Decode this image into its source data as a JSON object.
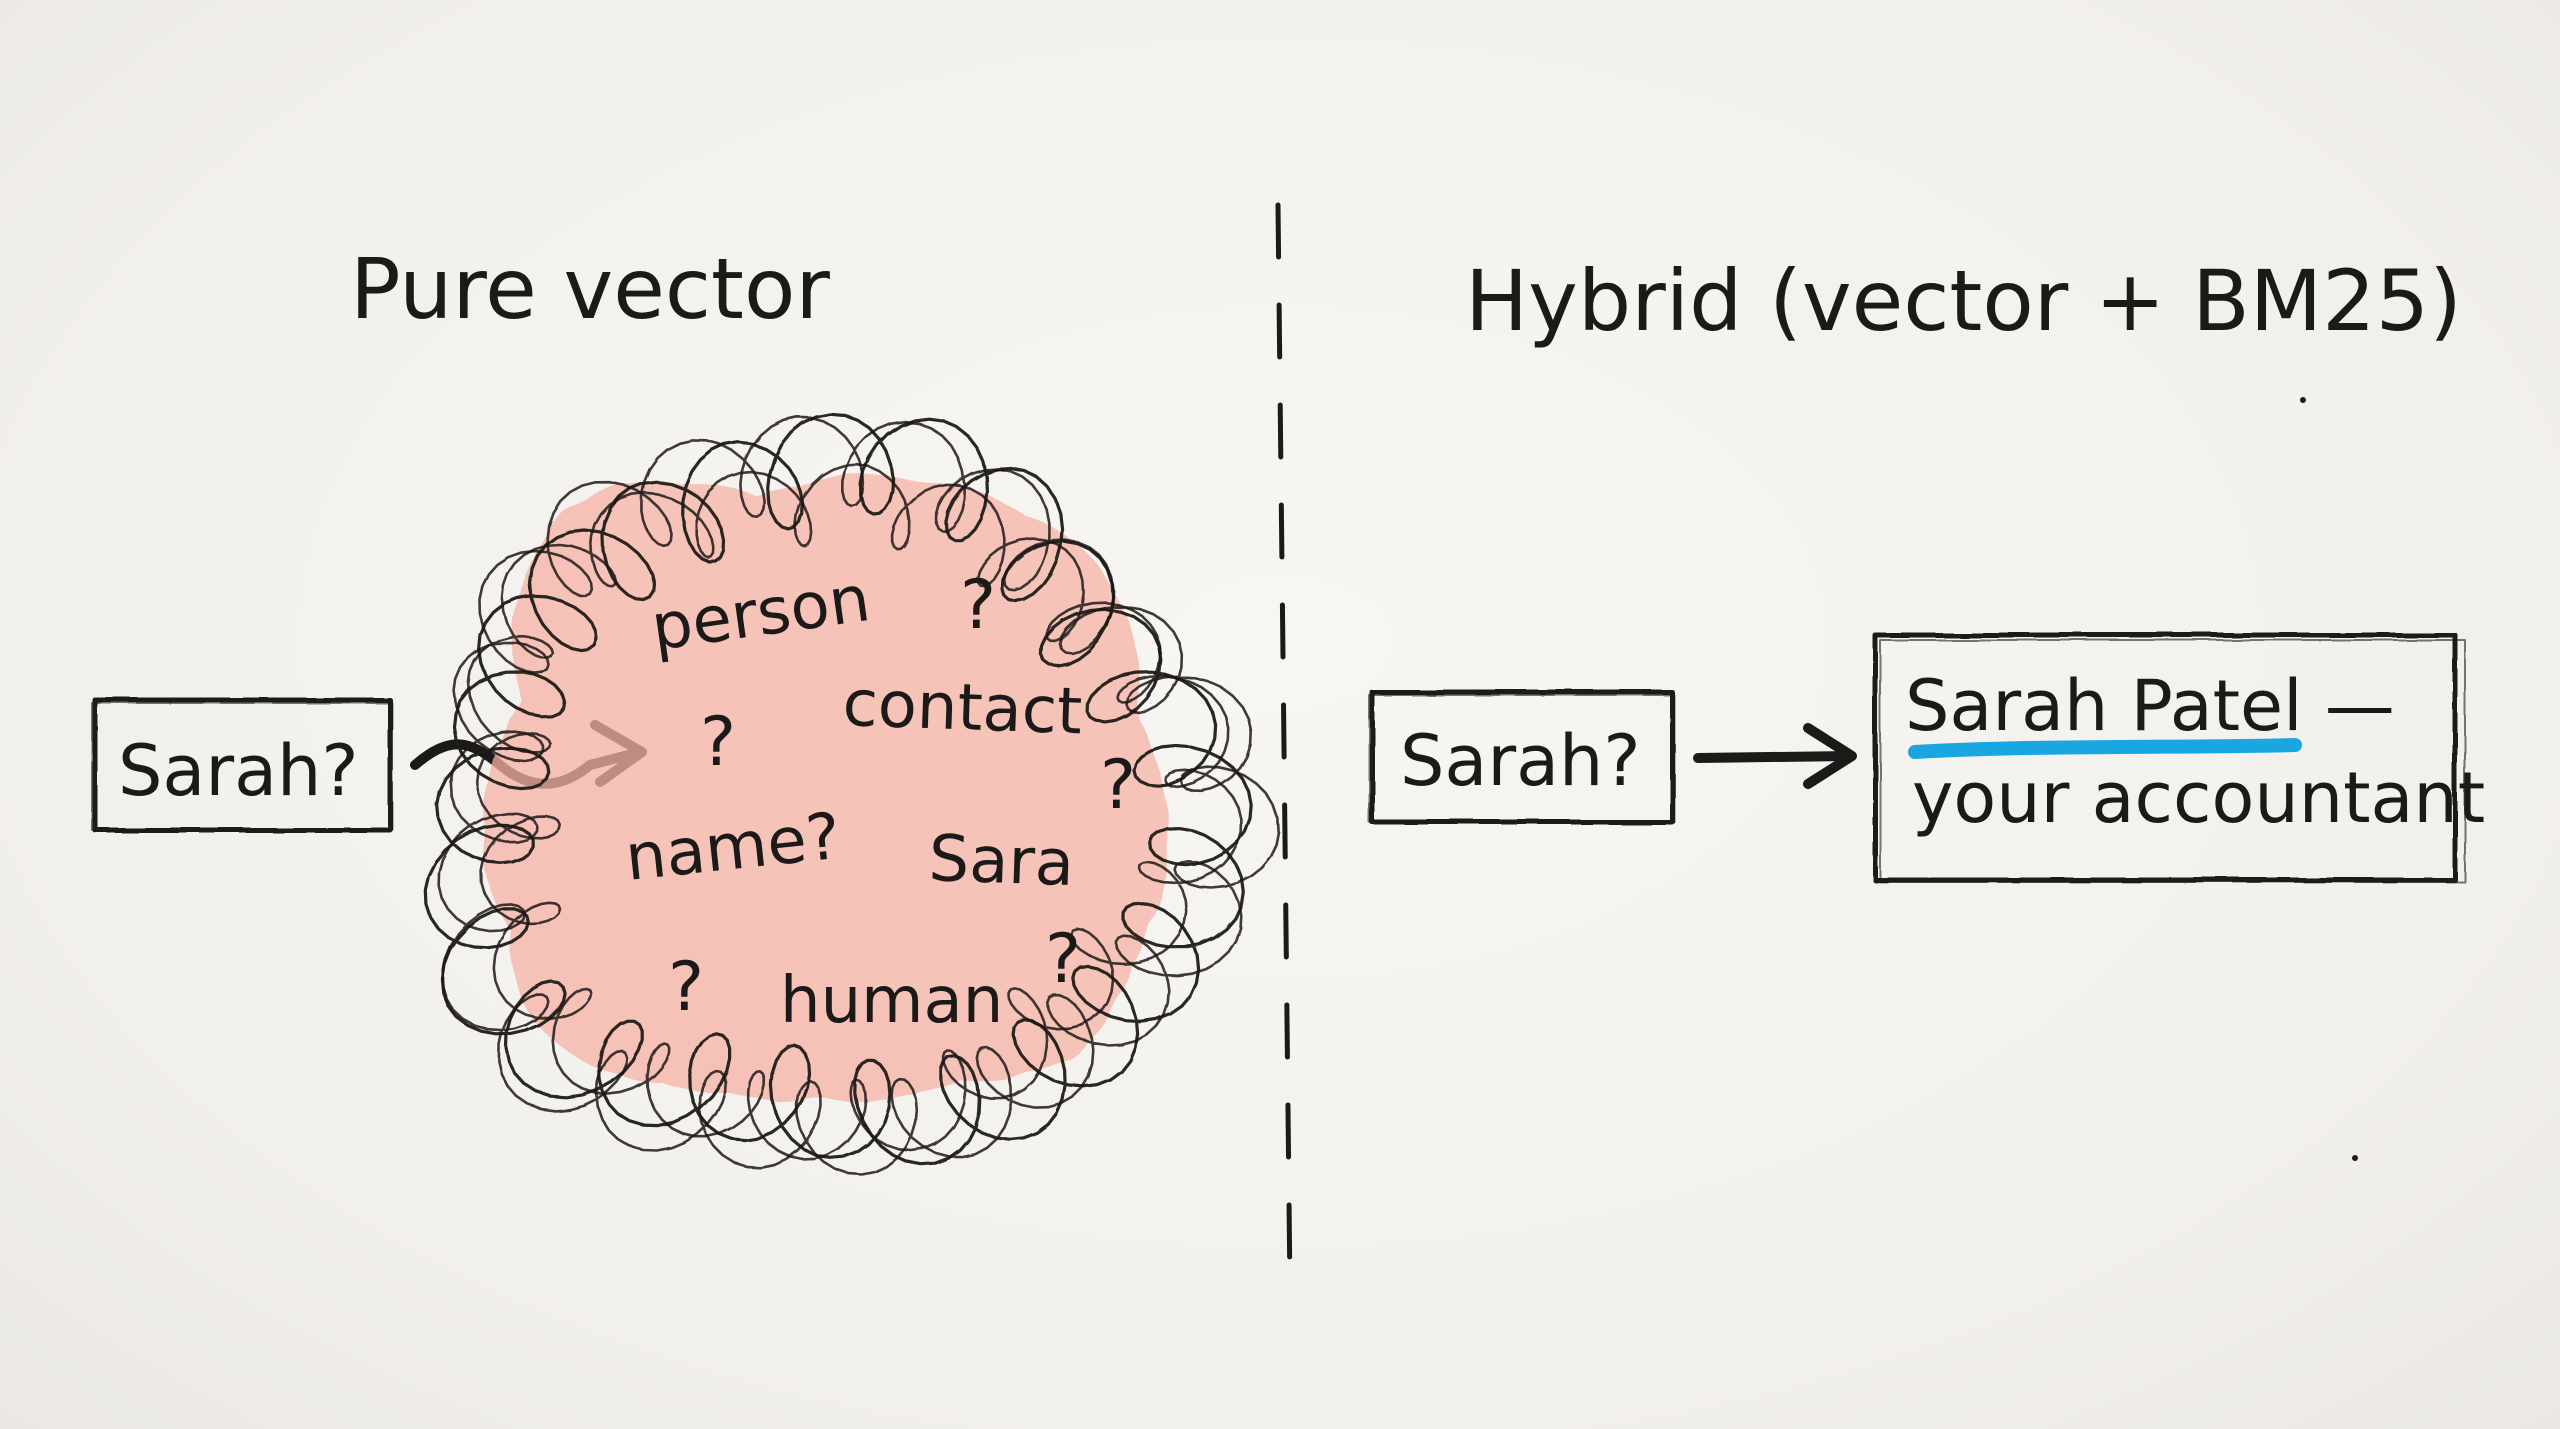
{
  "left_panel": {
    "title": "Pure vector",
    "query_label": "Sarah?",
    "cloud_words": {
      "w1": "person",
      "w2": "contact",
      "w3": "name?",
      "w4": "Sara",
      "w5": "human"
    },
    "question_marks": {
      "q1": "?",
      "q2": "?",
      "q3": "?",
      "q4": "?",
      "q5": "?"
    },
    "cloud_fill_color": "#f7b3a6"
  },
  "right_panel": {
    "title": "Hybrid (vector + BM25)",
    "query_label": "Sarah?",
    "result_line1": "Sarah Patel —",
    "result_line2": "your accountant",
    "highlight_color": "#1aa6e0"
  },
  "ink_color": "#1c1a19"
}
